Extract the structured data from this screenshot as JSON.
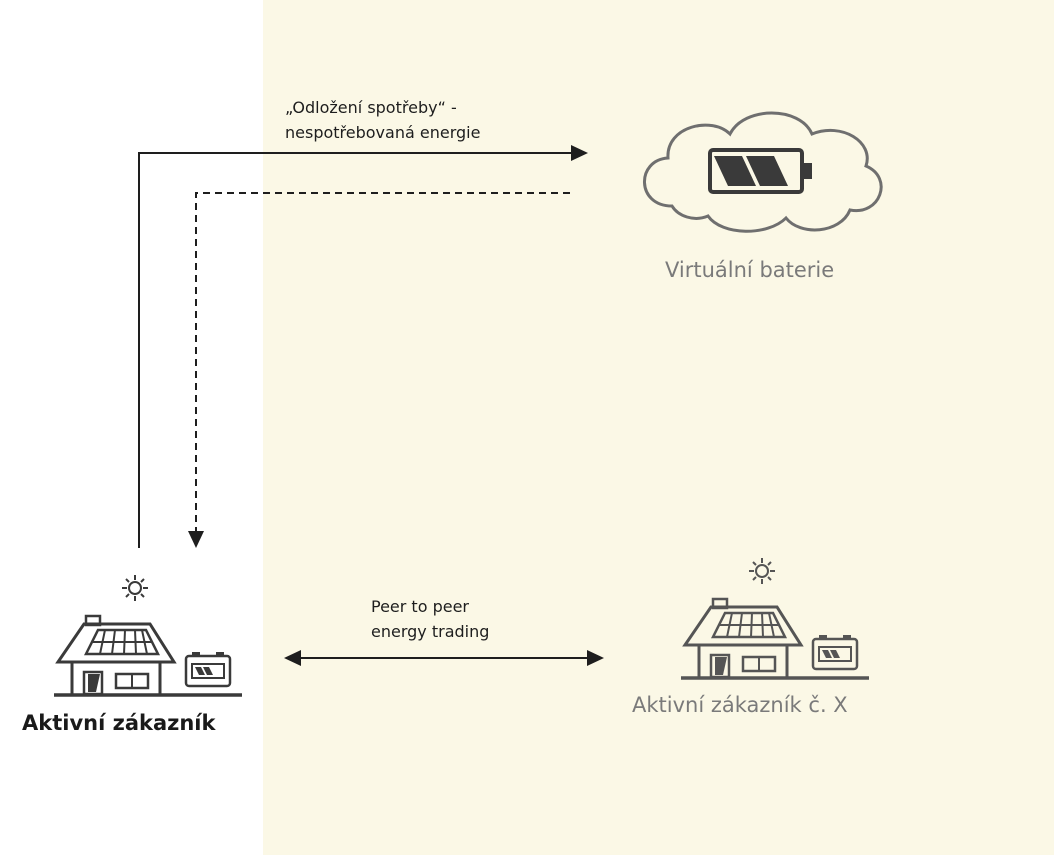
{
  "colors": {
    "panel_bg": "#fbf8e6",
    "line": "#1e1e1e",
    "icon_active": "#3a3a3a",
    "icon_muted": "#6f6f6f",
    "label_active": "#1a1a1a",
    "label_muted": "#7a7a7a"
  },
  "flows": {
    "deferred_label_line1": "„Odložení spotřeby“ -",
    "deferred_label_line2": "nespotřebovaná energie",
    "p2p_label_line1": "Peer to peer",
    "p2p_label_line2": "energy trading"
  },
  "nodes": {
    "virtual_battery": {
      "label": "Virtuální baterie",
      "icon": "cloud-battery-icon"
    },
    "active_customer": {
      "label": "Aktivní zákazník",
      "icon": "house-solar-battery-icon"
    },
    "active_customer_x": {
      "label": "Aktivní zákazník č. X",
      "icon": "house-solar-battery-icon"
    }
  }
}
